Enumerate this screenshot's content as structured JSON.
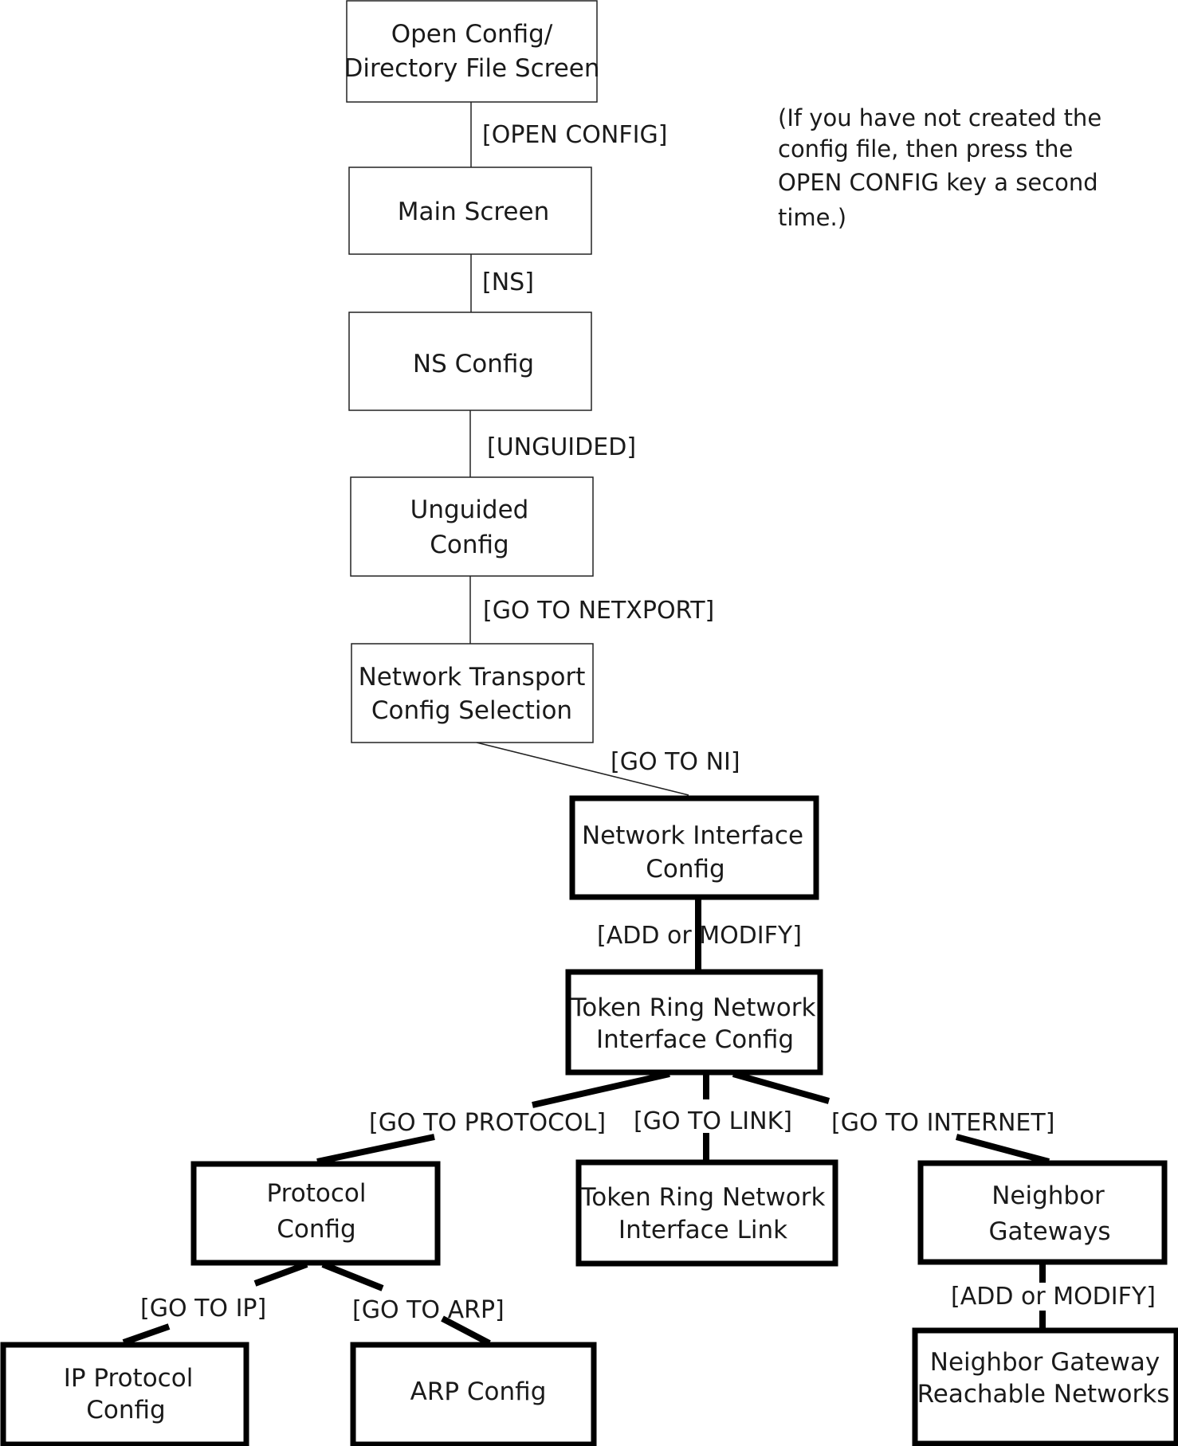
{
  "nodes": {
    "open_config": [
      "Open Config/",
      "Directory File Screen"
    ],
    "main_screen": [
      "Main Screen"
    ],
    "ns_config": [
      "NS Config"
    ],
    "unguided_config": [
      "Unguided",
      "Config"
    ],
    "network_transport": [
      "Network Transport",
      "Config Selection"
    ],
    "network_interface": [
      "Network Interface",
      "Config"
    ],
    "token_ring_ni": [
      "Token Ring Network",
      "Interface Config"
    ],
    "protocol_config": [
      "Protocol",
      "Config"
    ],
    "token_ring_link": [
      "Token Ring Network",
      "Interface Link"
    ],
    "neighbor_gateways": [
      "Neighbor",
      "Gateways"
    ],
    "ip_protocol": [
      "IP Protocol",
      "Config"
    ],
    "arp_config": [
      "ARP Config"
    ],
    "neighbor_reachable": [
      "Neighbor Gateway",
      "Reachable Networks"
    ]
  },
  "edges": {
    "open_config": "[OPEN CONFIG]",
    "ns": "[NS]",
    "unguided": "[UNGUIDED]",
    "go_to_netxport": "[GO TO NETXPORT]",
    "go_to_ni": "[GO TO NI]",
    "add_or_modify_1": "[ADD or MODIFY]",
    "go_to_protocol": "[GO TO PROTOCOL]",
    "go_to_link": "[GO TO LINK]",
    "go_to_internet": "[GO TO INTERNET]",
    "go_to_ip": "[GO TO IP]",
    "go_to_arp": "[GO TO ARP]",
    "add_or_modify_2": "[ADD or MODIFY]"
  },
  "note": [
    "(If you have not created the",
    "config file, then press the",
    "OPEN CONFIG key a second",
    "time.)"
  ]
}
